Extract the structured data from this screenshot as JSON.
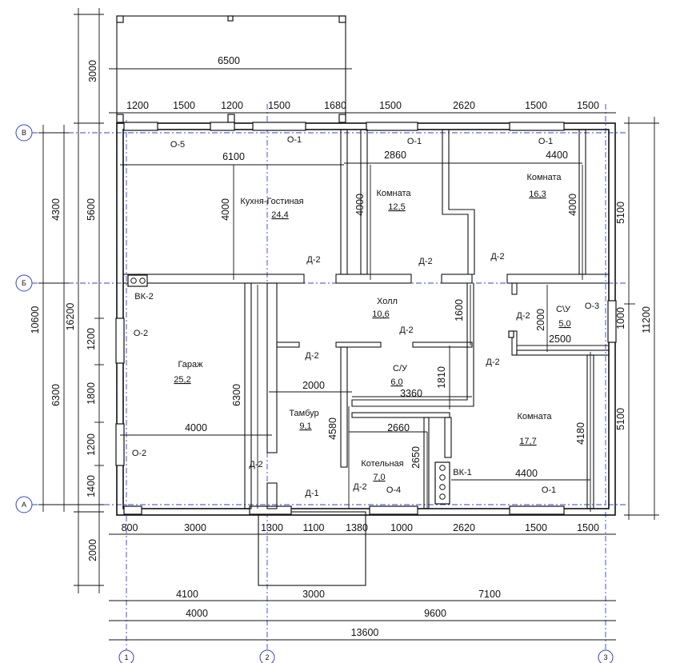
{
  "axes": {
    "rows": [
      "В",
      "Б",
      "А"
    ],
    "cols": [
      "1",
      "2",
      "3"
    ]
  },
  "dims": {
    "top_terrace": "6500",
    "top_terrace_depth": "3000",
    "top_row": [
      "1200",
      "1500",
      "1200",
      "1500",
      "1680",
      "1500",
      "2620",
      "1500",
      "1500"
    ],
    "inner_6100": "6100",
    "inner_2860": "2860",
    "inner_4400_top": "4400",
    "h4000_kitchen": "4000",
    "h4000_room1": "4000",
    "h4000_room2": "4000",
    "left_4300": "4300",
    "left_5600": "5600",
    "left_10600": "10600",
    "left_16200": "16200",
    "left_6300": "6300",
    "left_1200a": "1200",
    "left_1800": "1800",
    "left_1200b": "1200",
    "left_1400": "1400",
    "left_2000": "2000",
    "right_5100_top": "5100",
    "right_11200": "11200",
    "right_5100_bottom": "5100",
    "right_1000": "1000",
    "garage_6300": "6300",
    "garage_4000": "4000",
    "hall_1600": "1600",
    "hall_2000": "2000",
    "su2_2500": "2500",
    "tambur_2000": "2000",
    "su_3360": "3360",
    "su_1810": "1810",
    "d_4580": "4580",
    "d_2660": "2660",
    "d_2650": "2650",
    "room3_4180": "4180",
    "room3_4400": "4400",
    "bottom_row": [
      "800",
      "3000",
      "1300",
      "1100",
      "1380",
      "1000",
      "2620",
      "1500",
      "1500"
    ],
    "bottom_4100": "4100",
    "bottom_3000": "3000",
    "bottom_7100": "7100",
    "bottom_4000": "4000",
    "bottom_9600": "9600",
    "bottom_13600": "13600"
  },
  "labels": {
    "o5": "О-5",
    "o1a": "О-1",
    "o1b": "О-1",
    "o1c": "О-1",
    "o1d": "О-1",
    "o2a": "О-2",
    "o2b": "О-2",
    "o3": "О-3",
    "o4": "О-4",
    "d2a": "Д-2",
    "d2b": "Д-2",
    "d2c": "Д-2",
    "d2d": "Д-2",
    "d2e": "Д-2",
    "d2f": "Д-2",
    "d2g": "Д-2",
    "d2h": "Д-2",
    "d2i": "Д-2",
    "d1": "Д-1",
    "vk2": "ВК-2",
    "vk1": "ВК-1"
  },
  "rooms": {
    "kitchen": {
      "name": "Кухня-Гостиная",
      "area": "24,4"
    },
    "room1": {
      "name": "Комната",
      "area": "12,5"
    },
    "room2": {
      "name": "Комната",
      "area": "16,3"
    },
    "hall": {
      "name": "Холл",
      "area": "10,6"
    },
    "su2": {
      "name": "С\\У",
      "area": "5,0"
    },
    "garage": {
      "name": "Гараж",
      "area": "25,2"
    },
    "su": {
      "name": "С/У",
      "area": "6,0"
    },
    "tambur": {
      "name": "Тамбур",
      "area": "9,1"
    },
    "boiler": {
      "name": "Котельная",
      "area": "7,0"
    },
    "room3": {
      "name": "Комната",
      "area": "17,7"
    }
  }
}
